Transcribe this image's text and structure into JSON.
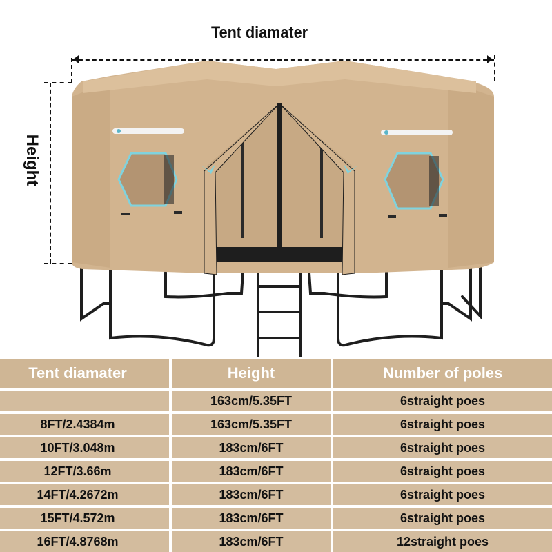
{
  "diagram": {
    "width_label": "Tent diamater",
    "height_label": "Height"
  },
  "colors": {
    "tent_fabric": "#d2b48f",
    "tent_shadow": "#c3a47d",
    "window_trim": "#7fd3df",
    "frame": "#1e1e1e",
    "table_cell": "#d3bc9e",
    "table_header_text": "#ffffff"
  },
  "table": {
    "headers": [
      "Tent diamater",
      "Height",
      "Number of poles"
    ],
    "rows": [
      {
        "diameter": "",
        "height": "163cm/5.35FT",
        "poles": "6straight poes"
      },
      {
        "diameter": "8FT/2.4384m",
        "height": "163cm/5.35FT",
        "poles": "6straight poes"
      },
      {
        "diameter": "10FT/3.048m",
        "height": "183cm/6FT",
        "poles": "6straight poes"
      },
      {
        "diameter": "12FT/3.66m",
        "height": "183cm/6FT",
        "poles": "6straight poes"
      },
      {
        "diameter": "14FT/4.2672m",
        "height": "183cm/6FT",
        "poles": "6straight poes"
      },
      {
        "diameter": "15FT/4.572m",
        "height": "183cm/6FT",
        "poles": "6straight poes"
      },
      {
        "diameter": "16FT/4.8768m",
        "height": "183cm/6FT",
        "poles": "12straight poes"
      }
    ]
  }
}
